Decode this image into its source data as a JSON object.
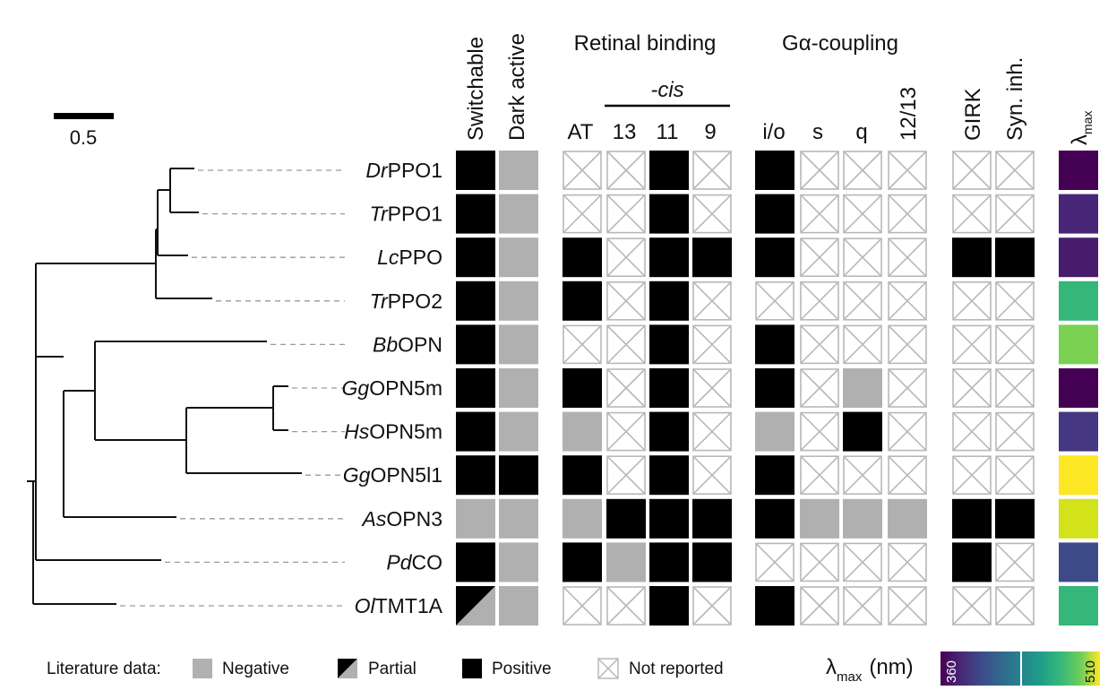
{
  "scale_bar": {
    "label": "0.5"
  },
  "headers": {
    "switchable": "Switchable",
    "dark_active": "Dark active",
    "retinal_binding": "Retinal binding",
    "cis": "-cis",
    "retinal_cols": [
      "AT",
      "13",
      "11",
      "9"
    ],
    "galpha_coupling": "Gα-coupling",
    "galpha_cols": [
      "i/o",
      "s",
      "q",
      "12/13"
    ],
    "girk": "GIRK",
    "syn_inh": "Syn. inh.",
    "lambda": "λ",
    "lambda_sub": "max"
  },
  "taxa": [
    {
      "prefix": "Dr",
      "suffix": "PPO1"
    },
    {
      "prefix": "Tr",
      "suffix": "PPO1"
    },
    {
      "prefix": "Lc",
      "suffix": "PPO"
    },
    {
      "prefix": "Tr",
      "suffix": "PPO2"
    },
    {
      "prefix": "Bb",
      "suffix": "OPN"
    },
    {
      "prefix": "Gg",
      "suffix": "OPN5m"
    },
    {
      "prefix": "Hs",
      "suffix": "OPN5m"
    },
    {
      "prefix": "Gg",
      "suffix": "OPN5l1"
    },
    {
      "prefix": "As",
      "suffix": "OPN3"
    },
    {
      "prefix": "Pd",
      "suffix": "CO"
    },
    {
      "prefix": "Ol",
      "suffix": "TMT1A"
    }
  ],
  "matrix_state_codes": {
    "P": "positive",
    "N": "negative",
    "X": "not reported",
    "H": "partial"
  },
  "matrix": [
    [
      "P",
      "N",
      "X",
      "X",
      "P",
      "X",
      "P",
      "X",
      "X",
      "X",
      "X",
      "X"
    ],
    [
      "P",
      "N",
      "X",
      "X",
      "P",
      "X",
      "P",
      "X",
      "X",
      "X",
      "X",
      "X"
    ],
    [
      "P",
      "N",
      "P",
      "X",
      "P",
      "P",
      "P",
      "X",
      "X",
      "X",
      "P",
      "P"
    ],
    [
      "P",
      "N",
      "P",
      "X",
      "P",
      "X",
      "X",
      "X",
      "X",
      "X",
      "X",
      "X"
    ],
    [
      "P",
      "N",
      "X",
      "X",
      "P",
      "X",
      "P",
      "X",
      "X",
      "X",
      "X",
      "X"
    ],
    [
      "P",
      "N",
      "P",
      "X",
      "P",
      "X",
      "P",
      "X",
      "N",
      "X",
      "X",
      "X"
    ],
    [
      "P",
      "N",
      "N",
      "X",
      "P",
      "X",
      "N",
      "X",
      "P",
      "X",
      "X",
      "X"
    ],
    [
      "P",
      "P",
      "P",
      "X",
      "P",
      "X",
      "P",
      "X",
      "X",
      "X",
      "X",
      "X"
    ],
    [
      "N",
      "N",
      "N",
      "P",
      "P",
      "P",
      "P",
      "N",
      "N",
      "N",
      "P",
      "P"
    ],
    [
      "P",
      "N",
      "P",
      "N",
      "P",
      "P",
      "X",
      "X",
      "X",
      "X",
      "P",
      "X"
    ],
    [
      "H",
      "N",
      "X",
      "X",
      "P",
      "X",
      "P",
      "X",
      "X",
      "X",
      "X",
      "X"
    ]
  ],
  "lambda_colors": [
    "#440154",
    "#482677",
    "#471c6d",
    "#35b779",
    "#7ad151",
    "#440154",
    "#453781",
    "#fde725",
    "#d2e21b",
    "#3d4a8a",
    "#35b779"
  ],
  "legend": {
    "title": "Literature data:",
    "negative": "Negative",
    "partial": "Partial",
    "positive": "Positive",
    "not_reported": "Not reported",
    "lambda_label": "λ",
    "lambda_sub": "max",
    "lambda_unit": "(nm)",
    "cbar_min": "360",
    "cbar_max": "510"
  },
  "colors": {
    "positive": "#000000",
    "negative": "#b0b0b0",
    "not_reported_border": "#b8b8b8",
    "tree": "#111111",
    "dash": "#9a9a9a"
  }
}
